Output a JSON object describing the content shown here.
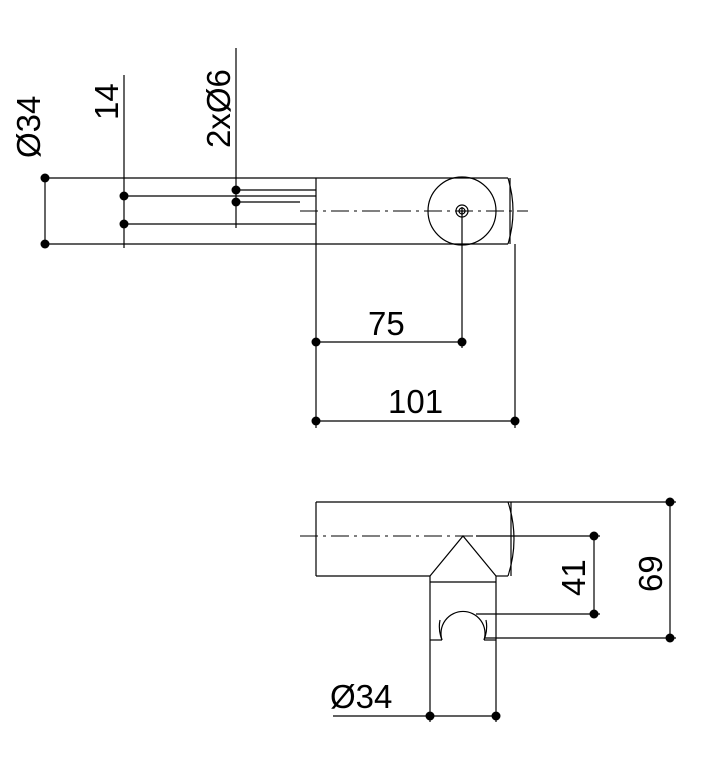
{
  "top_view": {
    "dim_diameter_body": "Ø34",
    "dim_hole_spacing": "14",
    "dim_holes": "2xØ6",
    "dim_axis_distance": "75",
    "dim_total_length": "101"
  },
  "bottom_view": {
    "dim_height_41": "41",
    "dim_height_69": "69",
    "dim_diameter_holder": "Ø34"
  }
}
